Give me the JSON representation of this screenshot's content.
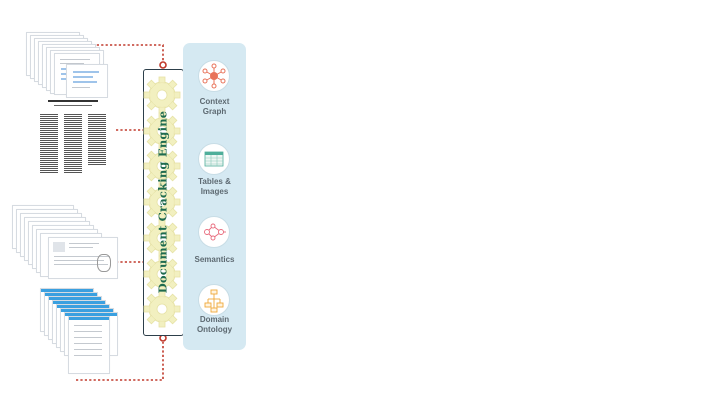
{
  "engine": {
    "label": "Document Cracking Engine"
  },
  "outputs": [
    {
      "label_line1": "Context",
      "label_line2": "Graph",
      "icon": "network-icon"
    },
    {
      "label_line1": "Tables &",
      "label_line2": "Images",
      "icon": "table-icon"
    },
    {
      "label_line1": "Semantics",
      "label_line2": "",
      "icon": "semantic-graph-icon"
    },
    {
      "label_line1": "Domain",
      "label_line2": "Ontology",
      "icon": "ontology-tree-icon"
    }
  ],
  "inputs": [
    {
      "icon": "document-stack-icon"
    },
    {
      "icon": "research-paper-icon"
    },
    {
      "icon": "report-stack-icon"
    },
    {
      "icon": "table-sheet-stack-icon"
    }
  ],
  "colors": {
    "connector": "#c0392b",
    "gear": "#f2f0c0",
    "engine_text": "#1f6b4f",
    "panel": "#d5e9f2",
    "label_text": "#5e6a72"
  }
}
